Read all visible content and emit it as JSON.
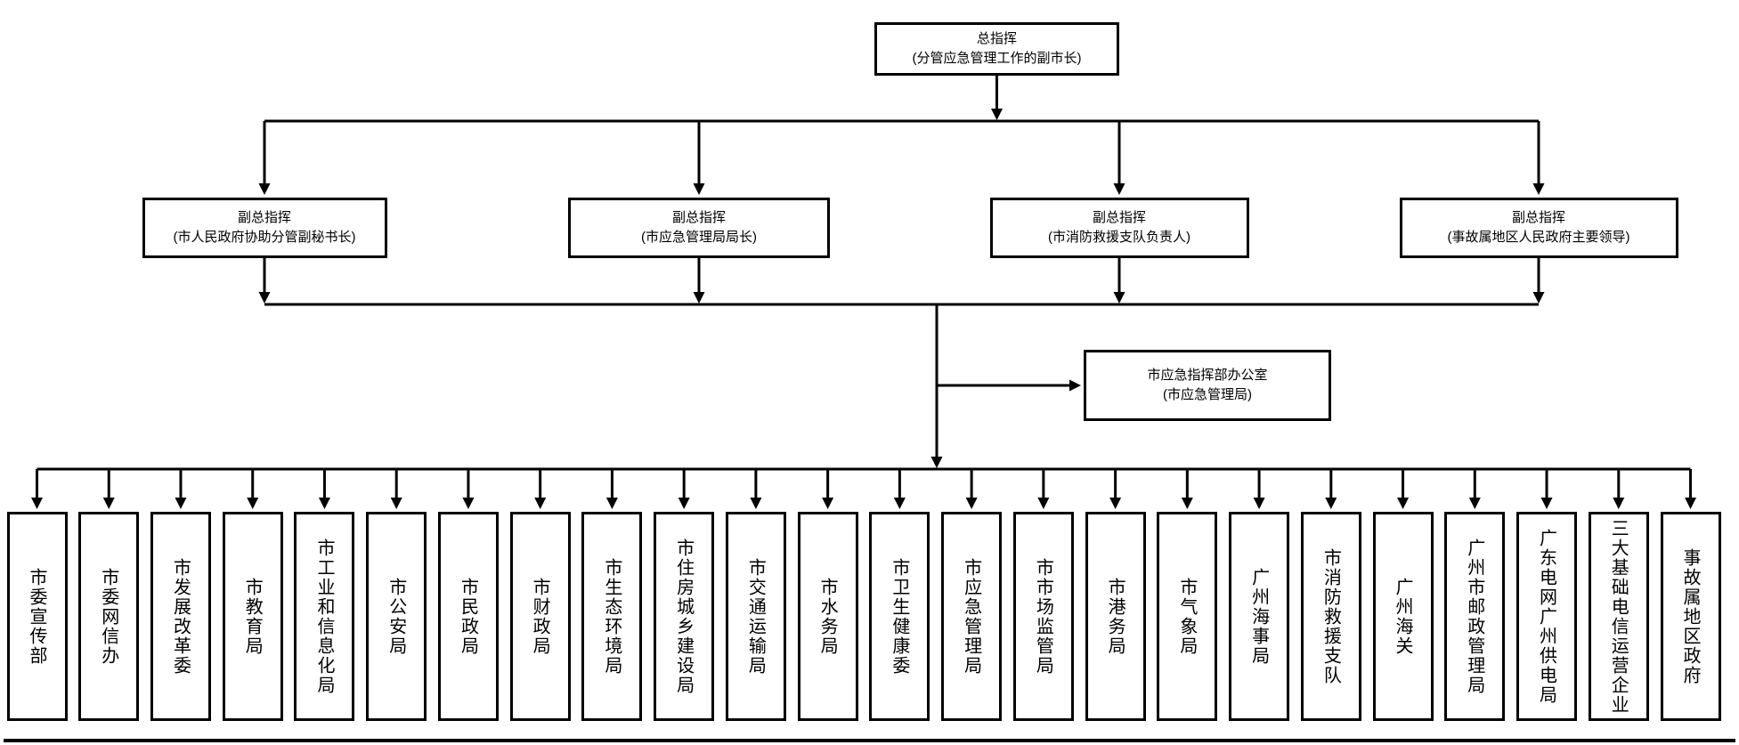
{
  "diagram": {
    "type": "org-chart",
    "root": {
      "line1": "总指挥",
      "line2": "(分管应急管理工作的副市长)"
    },
    "deputies": [
      {
        "line1": "副总指挥",
        "line2": "(市人民政府协助分管副秘书长)"
      },
      {
        "line1": "副总指挥",
        "line2": "(市应急管理局局长)"
      },
      {
        "line1": "副总指挥",
        "line2": "(市消防救援支队负责人)"
      },
      {
        "line1": "副总指挥",
        "line2": "(事故属地区人民政府主要领导)"
      }
    ],
    "office": {
      "line1": "市应急指挥部办公室",
      "line2": "(市应急管理局)"
    },
    "members": [
      "市委宣传部",
      "市委网信办",
      "市发展改革委",
      "市教育局",
      "市工业和信息化局",
      "市公安局",
      "市民政局",
      "市财政局",
      "市生态环境局",
      "市住房城乡建设局",
      "市交通运输局",
      "市水务局",
      "市卫生健康委",
      "市应急管理局",
      "市市场监管局",
      "市港务局",
      "市气象局",
      "广州海事局",
      "市消防救援支队",
      "广州海关",
      "广州市邮政管理局",
      "广东电网广州供电局",
      "三大基础电信运营企业",
      "事故属地区政府"
    ],
    "colors": {
      "line": "#000000",
      "box_border": "#000000",
      "box_fill": "#ffffff",
      "background": "#ffffff"
    }
  }
}
